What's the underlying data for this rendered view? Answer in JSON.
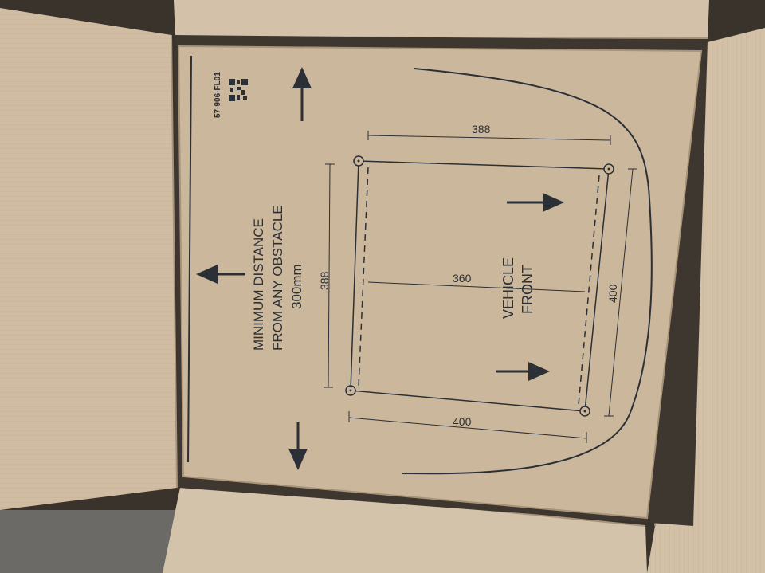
{
  "template": {
    "part_code": "57-906-FL01",
    "warning_line1": "MINIMUM DISTANCE",
    "warning_line2": "FROM ANY OBSTACLE",
    "warning_line3": "300mm",
    "vehicle_line1": "VEHICLE",
    "vehicle_line2": "FRONT",
    "dim_top": "388",
    "dim_left": "388",
    "dim_middle": "360",
    "dim_right": "400",
    "dim_bottom": "400"
  },
  "colors": {
    "cardboard": "#cdb99f",
    "cardboard_light": "#d6c5ad",
    "cardboard_shadow": "#b7a286",
    "ink": "#2b2f36"
  }
}
